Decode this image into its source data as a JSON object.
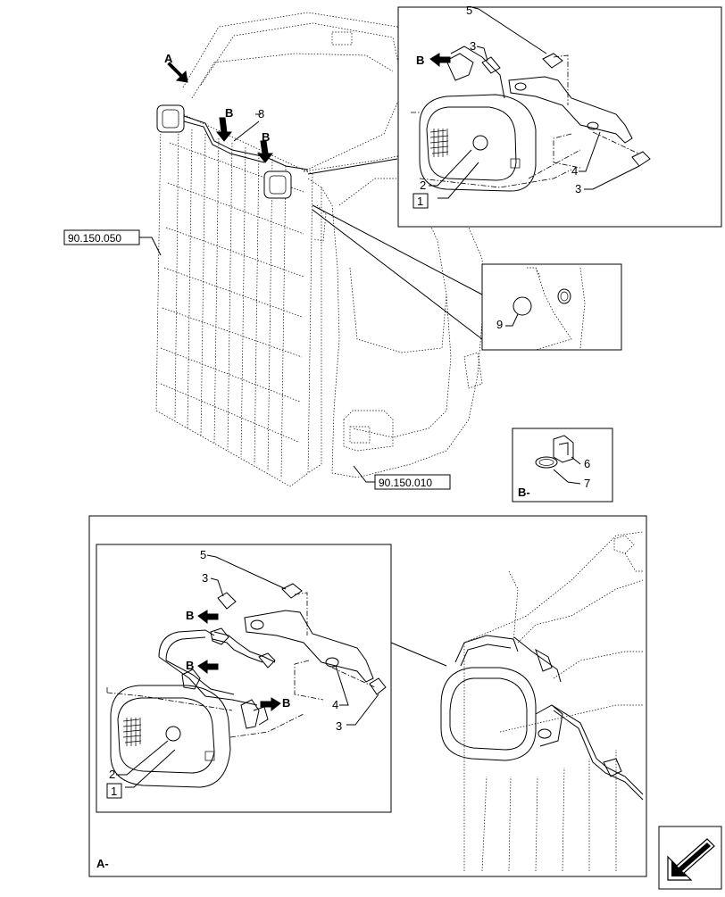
{
  "callouts": {
    "top_detail": {
      "view_b": "B",
      "n5": "5",
      "n3a": "3",
      "n2": "2",
      "n1": "1",
      "n4": "4",
      "n3b": "3"
    },
    "main_view": {
      "view_a": "A",
      "view_b1": "B",
      "view_b2": "B",
      "n8": "8"
    },
    "zoom_detail": {
      "n9": "9"
    },
    "b_detail": {
      "n6": "6",
      "n7": "7",
      "title": "B-"
    },
    "lower_detail": {
      "n5": "5",
      "n3a": "3",
      "view_b1": "B",
      "view_b2": "B",
      "view_b3": "B",
      "n2": "2",
      "n1": "1",
      "n4": "4",
      "n3b": "3",
      "title": "A-"
    }
  },
  "references": {
    "ref_left": "90.150.050",
    "ref_bottom": "90.150.010"
  },
  "icons": {
    "corner_icon": "orientation-arrow-icon"
  }
}
